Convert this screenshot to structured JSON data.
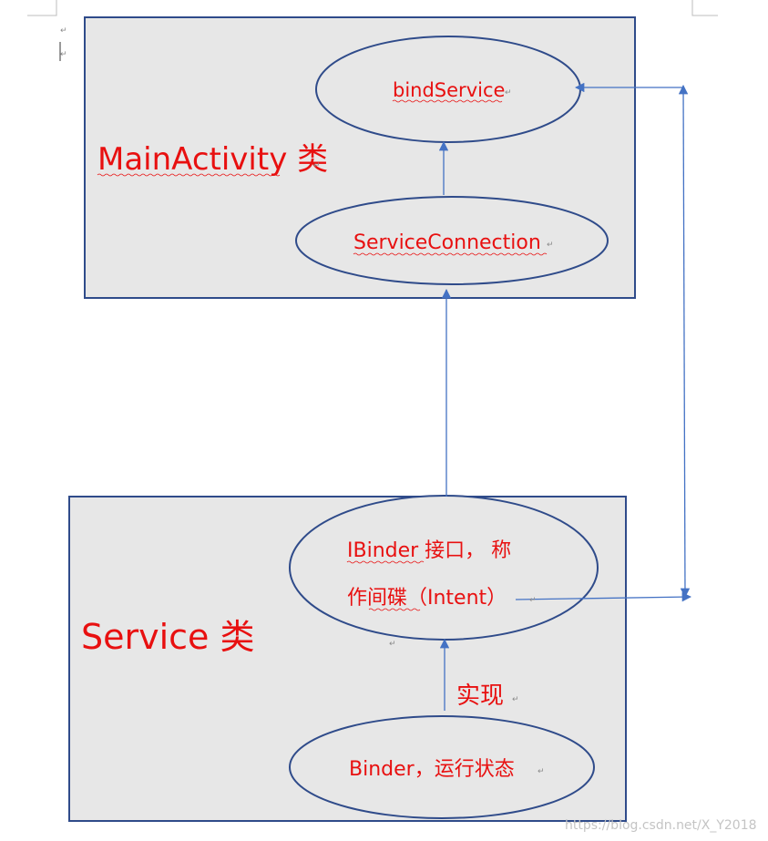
{
  "diagram": {
    "main_box": {
      "label": "MainActivity 类",
      "bind_service": "bindService",
      "service_connection": "ServiceConnection"
    },
    "service_box": {
      "label": "Service 类",
      "ibinder_line1": "IBinder 接口，  称",
      "ibinder_line2": "作间碟（Intent）",
      "binder": "Binder，运行状态"
    },
    "implements_label": "实现",
    "watermark": "https://blog.csdn.net/X_Y2018"
  },
  "colors": {
    "box_fill": "#e7e7e7",
    "box_stroke": "#2f4b8a",
    "arrow": "#4472c4",
    "text": "#e81010"
  }
}
